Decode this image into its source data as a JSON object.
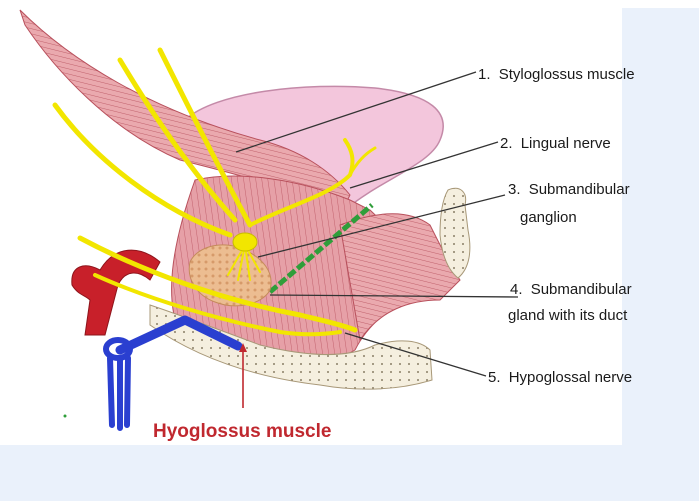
{
  "labels": [
    {
      "id": "styloglossus",
      "number": "1.",
      "text": "Styloglossus muscle"
    },
    {
      "id": "lingual-nerve",
      "number": "2.",
      "text": "Lingual nerve"
    },
    {
      "id": "submandibular-ganglion",
      "number": "3.",
      "lines": [
        "Submandibular",
        "ganglion"
      ]
    },
    {
      "id": "submandibular-gland",
      "number": "4.",
      "lines": [
        "Submandibular",
        "gland with its duct"
      ]
    },
    {
      "id": "hypoglossal-nerve",
      "number": "5.",
      "text": "Hypoglossal nerve"
    }
  ],
  "annotation": {
    "text": "Hyoglossus muscle",
    "color": "#c0282f"
  },
  "colors": {
    "muscle": "#e8a0a6",
    "muscle_line": "#b8505c",
    "tongue": "#f2c4da",
    "nerve": "#f2e600",
    "duct": "#2f9e3a",
    "gland": "#e8b88a",
    "artery": "#c8202a",
    "bone": "#f3ecd9",
    "pen": "#2a3fd0"
  }
}
